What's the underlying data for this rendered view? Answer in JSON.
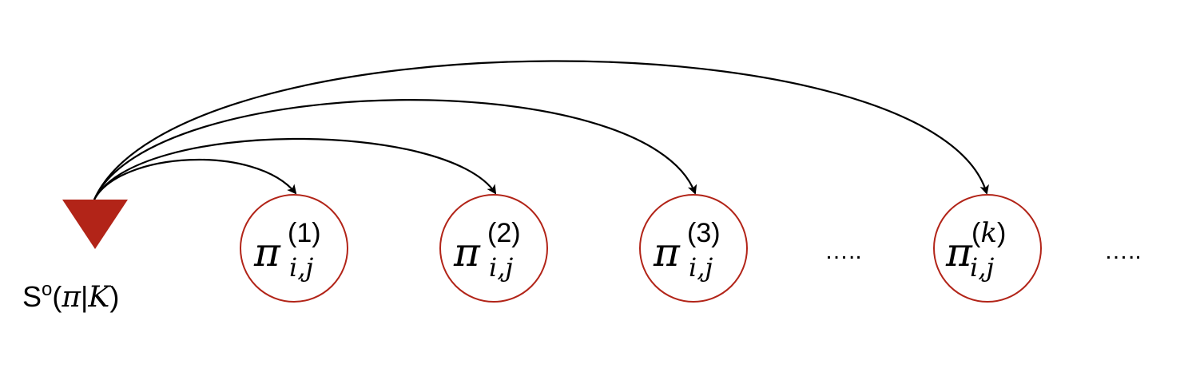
{
  "colors": {
    "source_fill": "#b22418",
    "node_stroke": "#b22418",
    "arrow": "#000000",
    "text": "#000000"
  },
  "source": {
    "label_prefix": "S",
    "label_superscript": "o",
    "label_open": "(",
    "label_pi": "π",
    "label_bar": "|",
    "label_k": "K",
    "label_close": ")"
  },
  "nodes": [
    {
      "symbol": "π",
      "superscript": "(1)",
      "subscript": "i,j"
    },
    {
      "symbol": "π",
      "superscript": "(2)",
      "subscript": "i,j"
    },
    {
      "symbol": "π",
      "superscript": "(3)",
      "subscript": "i,j"
    },
    {
      "symbol": "π",
      "superscript_open": "(",
      "superscript_var": "k",
      "superscript_close": ")",
      "subscript": "i,j"
    }
  ],
  "ellipses": [
    "…..",
    "….."
  ]
}
